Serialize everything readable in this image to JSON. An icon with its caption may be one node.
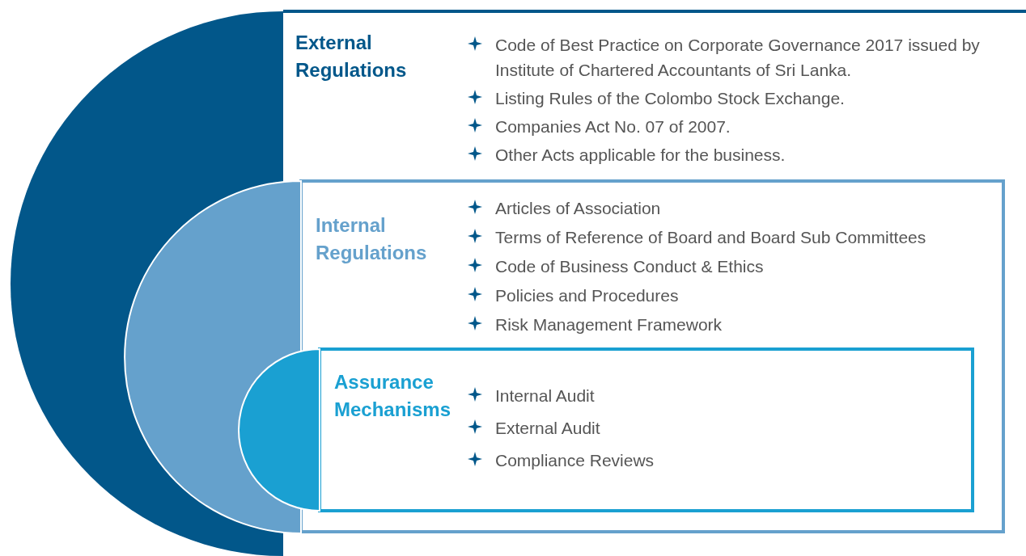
{
  "diagram": {
    "nodes": [
      {
        "text": [
          "External Regulations",
          "Code of Best Practice on Corporate Governance 2017 issued by Institute of Chartered Accountants of Sri Lanka.",
          "Listing Rules of the Colombo Stock Exchange.",
          "Companies Act No. 07 of 2007.",
          "Other Acts applicable for the business."
        ]
      },
      {
        "text": [
          "Internal Regulations",
          "Articles of Association",
          "Terms of Reference of Board and Board Sub Committees",
          "Code of Business Conduct & Ethics",
          "Policies and Procedures",
          "Risk Management Framework"
        ],
        "in": 0
      },
      {
        "text": [
          "Assurance Mechanisms",
          "Internal Audit",
          "External Audit",
          "Compliance Reviews"
        ],
        "in": 1
      }
    ]
  }
}
